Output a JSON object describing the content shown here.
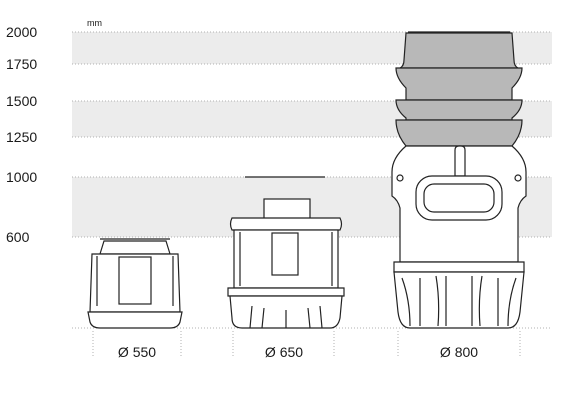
{
  "y_labels": [
    "2000",
    "1750",
    "1500",
    "1250",
    "1000",
    "600"
  ],
  "unit": "mm",
  "diameter_labels": [
    "Ø 550",
    "Ø 650",
    "Ø 800"
  ],
  "colors": {
    "band": "#ececec",
    "tank_outline": "#222222",
    "cone_fill": "#b8b8b8",
    "gridline": "#b0b0b0"
  }
}
